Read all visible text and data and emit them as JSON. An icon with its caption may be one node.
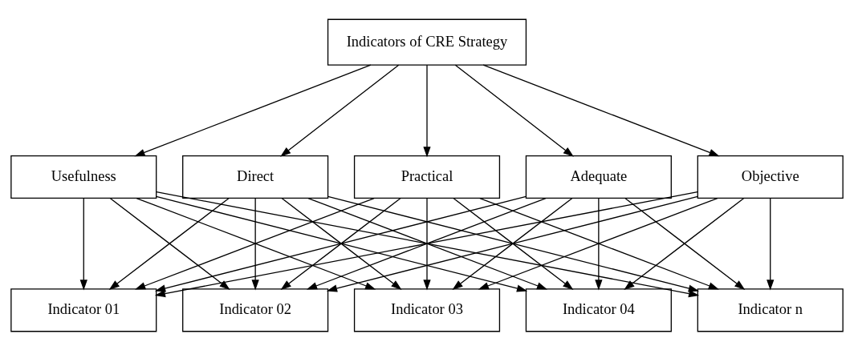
{
  "diagram": {
    "nodes": [
      {
        "text": [
          "Indicators of CRE Strategy"
        ]
      },
      {
        "text": [
          "Usefulness"
        ]
      },
      {
        "text": [
          "Direct"
        ]
      },
      {
        "text": [
          "Practical"
        ]
      },
      {
        "text": [
          "Adequate"
        ]
      },
      {
        "text": [
          "Objective"
        ]
      },
      {
        "text": [
          "Indicator 01"
        ]
      },
      {
        "text": [
          "Indicator 02"
        ]
      },
      {
        "text": [
          "Indicator 03"
        ]
      },
      {
        "text": [
          "Indicator 04"
        ]
      },
      {
        "text": [
          "Indicator n"
        ]
      }
    ],
    "edges": [
      {
        "from": 0,
        "to": 1,
        "arrow": "to"
      },
      {
        "from": 0,
        "to": 2,
        "arrow": "to"
      },
      {
        "from": 0,
        "to": 3,
        "arrow": "to"
      },
      {
        "from": 0,
        "to": 4,
        "arrow": "to"
      },
      {
        "from": 0,
        "to": 5,
        "arrow": "to"
      },
      {
        "from": 1,
        "to": 6,
        "arrow": "to"
      },
      {
        "from": 1,
        "to": 7,
        "arrow": "to"
      },
      {
        "from": 1,
        "to": 8,
        "arrow": "to"
      },
      {
        "from": 1,
        "to": 9,
        "arrow": "to"
      },
      {
        "from": 1,
        "to": 10,
        "arrow": "to"
      },
      {
        "from": 2,
        "to": 6,
        "arrow": "to"
      },
      {
        "from": 2,
        "to": 7,
        "arrow": "to"
      },
      {
        "from": 2,
        "to": 8,
        "arrow": "to"
      },
      {
        "from": 2,
        "to": 9,
        "arrow": "to"
      },
      {
        "from": 2,
        "to": 10,
        "arrow": "to"
      },
      {
        "from": 3,
        "to": 6,
        "arrow": "to"
      },
      {
        "from": 3,
        "to": 7,
        "arrow": "to"
      },
      {
        "from": 3,
        "to": 8,
        "arrow": "to"
      },
      {
        "from": 3,
        "to": 9,
        "arrow": "to"
      },
      {
        "from": 3,
        "to": 10,
        "arrow": "to"
      },
      {
        "from": 4,
        "to": 6,
        "arrow": "to"
      },
      {
        "from": 4,
        "to": 7,
        "arrow": "to"
      },
      {
        "from": 4,
        "to": 8,
        "arrow": "to"
      },
      {
        "from": 4,
        "to": 9,
        "arrow": "to"
      },
      {
        "from": 4,
        "to": 10,
        "arrow": "to"
      },
      {
        "from": 5,
        "to": 6,
        "arrow": "to"
      },
      {
        "from": 5,
        "to": 7,
        "arrow": "to"
      },
      {
        "from": 5,
        "to": 8,
        "arrow": "to"
      },
      {
        "from": 5,
        "to": 9,
        "arrow": "to"
      },
      {
        "from": 5,
        "to": 10,
        "arrow": "to"
      }
    ]
  }
}
